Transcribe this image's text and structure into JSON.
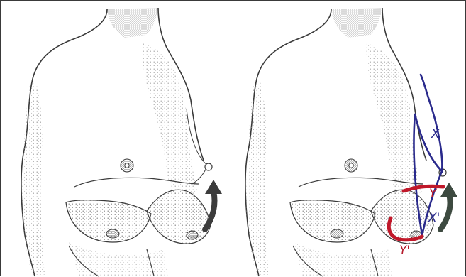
{
  "colors": {
    "ink": "#3a3a3a",
    "shade": "#8a8a8a",
    "curve_blue": "#2a2a8c",
    "curve_red": "#c0182a",
    "arrow": "#3c3c3c",
    "arrow_green": "#3d4a40"
  },
  "labels": {
    "x": "X",
    "x_prime": "X'",
    "y": "Y",
    "y_prime": "Y'"
  }
}
